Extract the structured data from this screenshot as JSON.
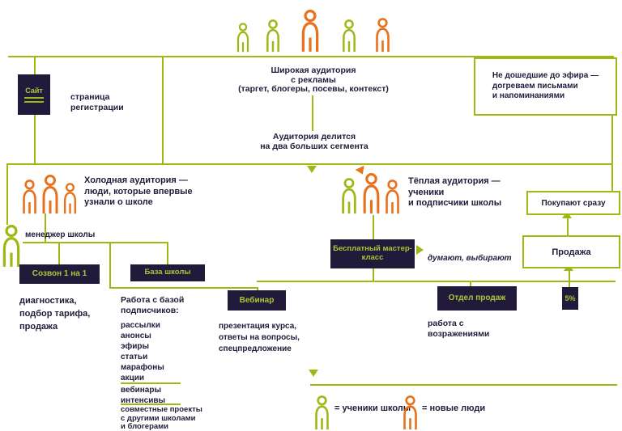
{
  "colors": {
    "lime": "#9cba16",
    "orange": "#e8721c",
    "dark": "#221a3a"
  },
  "top_note": {
    "line1": "Широкая аудитория",
    "line2": "с рекламы",
    "line3": "(таргет, блогеры, посевы, контекст)"
  },
  "site": {
    "box_label": "Сайт",
    "caption_line1": "страница",
    "caption_line2": "регистрации"
  },
  "reminder_box": {
    "line1": "Не дошедшие до эфира —",
    "line2": "догреваем письмами",
    "line3": "и напоминаниями"
  },
  "split": {
    "line1": "Аудитория делится",
    "line2": "на два больших сегмента"
  },
  "cold_branch": {
    "line1": "Холодная аудитория —",
    "line2": "люди, которые впервые",
    "line3": "узнали о школе"
  },
  "warm_branch": {
    "line1": "Тёплая аудитория —",
    "line2": "ученики",
    "line3": "и подписчики школы"
  },
  "buy_now_box": "Покупают сразу",
  "sale_box": "Продажа",
  "thinking_note": "думают, выбирают",
  "masterclass": {
    "line1": "Бесплатный мастер-",
    "line2": "класс"
  },
  "sales_dept": {
    "box": "Отдел продаж",
    "line1": "работа с",
    "line2": "возражениями"
  },
  "percent_box": "5%",
  "webinar": {
    "box": "Вебинар",
    "line1": "презентация курса,",
    "line2": "ответы на вопросы,",
    "line3": "спецпредложение"
  },
  "base": {
    "box": "База школы",
    "heading1": "Работа с базой",
    "heading2": "подписчиков:",
    "items": [
      "рассылки",
      "анонсы",
      "эфиры",
      "статьи",
      "марафоны",
      "акции"
    ],
    "items2": [
      "вебинары",
      "интенсивы"
    ],
    "items3": [
      "совместные проекты",
      "с другими школами",
      "и блогерами"
    ]
  },
  "manager": {
    "label": "менеджер школы",
    "box": "Созвон 1 на 1",
    "line1": "диагностика,",
    "line2": "подбор тарифа,",
    "line3": "продажа"
  },
  "legend": {
    "green_label": "= ученики школы",
    "orange_label": "= новые люди"
  }
}
